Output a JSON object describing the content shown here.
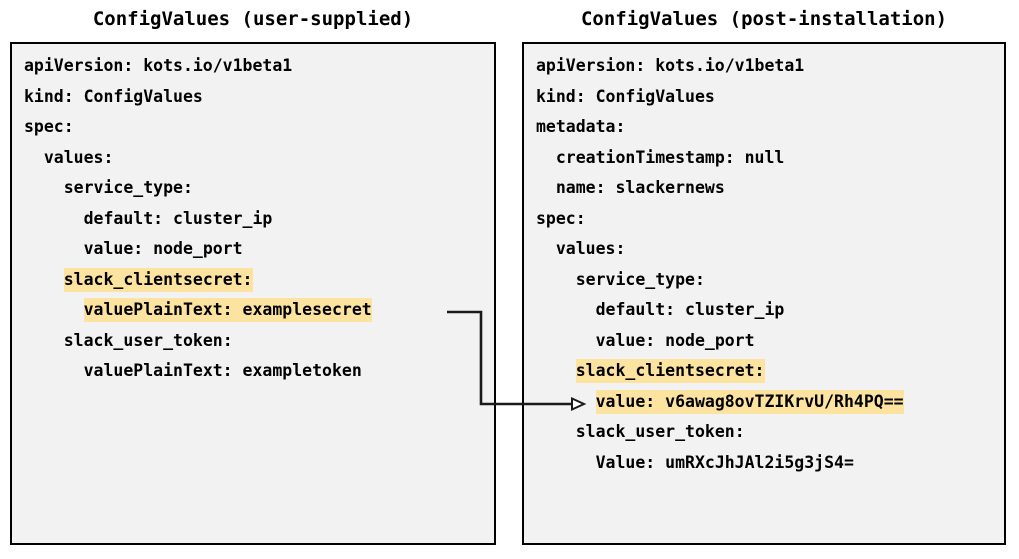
{
  "diagram": {
    "title_left": "ConfigValues (user-supplied)",
    "title_right": "ConfigValues (post-installation)",
    "highlight_color": "#fce3a0",
    "panel_background": "#f2f2f2",
    "border_color": "#000000",
    "connector": {
      "label": "secret-value-mapping-arrow",
      "from": "valuePlainText: examplesecret",
      "to": "value: v6awag8ovTZIKrvU/Rh4PQ=="
    }
  },
  "left_panel": {
    "lines": [
      {
        "text": "apiVersion: kots.io/v1beta1",
        "highlight": false
      },
      {
        "text": "kind: ConfigValues",
        "highlight": false
      },
      {
        "text": "spec:",
        "highlight": false
      },
      {
        "text": "  values:",
        "highlight": false
      },
      {
        "text": "    service_type:",
        "highlight": false
      },
      {
        "text": "      default: cluster_ip",
        "highlight": false
      },
      {
        "text": "      value: node_port",
        "highlight": false
      },
      {
        "text": "    slack_clientsecret:",
        "highlight": true
      },
      {
        "text": "      valuePlainText: examplesecret",
        "highlight": true
      },
      {
        "text": "    slack_user_token:",
        "highlight": false
      },
      {
        "text": "      valuePlainText: exampletoken",
        "highlight": false
      }
    ]
  },
  "right_panel": {
    "lines": [
      {
        "text": "apiVersion: kots.io/v1beta1",
        "highlight": false
      },
      {
        "text": "kind: ConfigValues",
        "highlight": false
      },
      {
        "text": "metadata:",
        "highlight": false
      },
      {
        "text": "  creationTimestamp: null",
        "highlight": false
      },
      {
        "text": "  name: slackernews",
        "highlight": false
      },
      {
        "text": "spec:",
        "highlight": false
      },
      {
        "text": "  values:",
        "highlight": false
      },
      {
        "text": "    service_type:",
        "highlight": false
      },
      {
        "text": "      default: cluster_ip",
        "highlight": false
      },
      {
        "text": "      value: node_port",
        "highlight": false
      },
      {
        "text": "    slack_clientsecret:",
        "highlight": true
      },
      {
        "text": "      value: v6awag8ovTZIKrvU/Rh4PQ==",
        "highlight": true
      },
      {
        "text": "    slack_user_token:",
        "highlight": false
      },
      {
        "text": "      Value: umRXcJhJAl2i5g3jS4=",
        "highlight": false
      }
    ]
  }
}
